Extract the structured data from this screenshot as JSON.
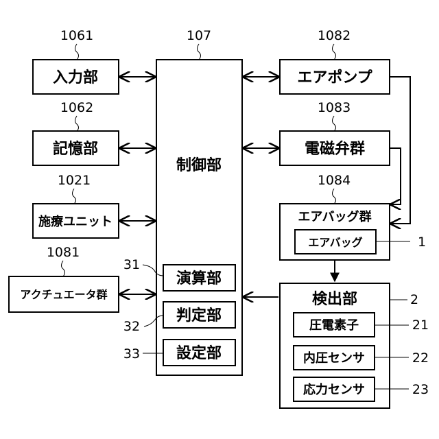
{
  "blocks": {
    "input": {
      "label": "入力部",
      "ref": "1061"
    },
    "memory": {
      "label": "記憶部",
      "ref": "1062"
    },
    "treatment": {
      "label": "施療ユニット",
      "ref": "1021"
    },
    "actuators": {
      "label": "アクチュエータ群",
      "ref": "1081"
    },
    "control": {
      "label": "制御部",
      "ref": "107"
    },
    "compute": {
      "label": "演算部",
      "ref": "31"
    },
    "judge": {
      "label": "判定部",
      "ref": "32"
    },
    "setting": {
      "label": "設定部",
      "ref": "33"
    },
    "air_pump": {
      "label": "エアポンプ",
      "ref": "1082"
    },
    "valves": {
      "label": "電磁弁群",
      "ref": "1083"
    },
    "airbag_group": {
      "label": "エアバッグ群",
      "ref": "1084"
    },
    "airbag": {
      "label": "エアバッグ",
      "ref": "1"
    },
    "detector": {
      "label": "検出部",
      "ref": "2"
    },
    "piezo": {
      "label": "圧電素子",
      "ref": "21"
    },
    "pressure_sensor": {
      "label": "内圧センサ",
      "ref": "22"
    },
    "stress_sensor": {
      "label": "応力センサ",
      "ref": "23"
    }
  }
}
